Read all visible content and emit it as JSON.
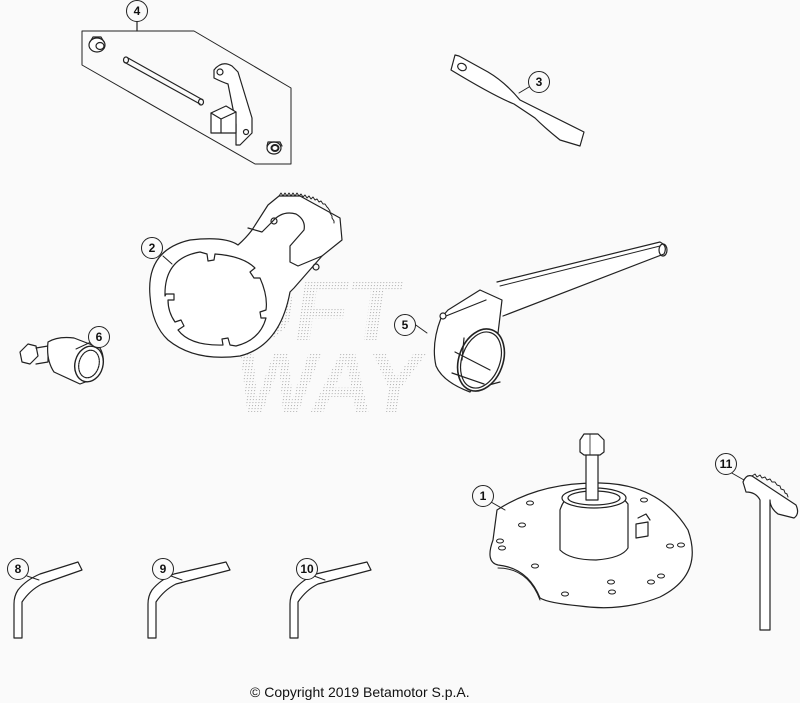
{
  "diagram": {
    "background": "#fafafa",
    "line_color": "#222222",
    "watermark_text": [
      "SOFT",
      "WAY"
    ],
    "parts": [
      {
        "ref": "1",
        "name": "flywheel-holder-plate"
      },
      {
        "ref": "2",
        "name": "toothed-ring-wrench"
      },
      {
        "ref": "3",
        "name": "flat-lever"
      },
      {
        "ref": "4",
        "name": "bracket-kit"
      },
      {
        "ref": "5",
        "name": "socket-wrench-with-handle"
      },
      {
        "ref": "6",
        "name": "threaded-puller"
      },
      {
        "ref": "8",
        "name": "hex-key-8"
      },
      {
        "ref": "9",
        "name": "hex-key-9"
      },
      {
        "ref": "10",
        "name": "hex-key-10"
      },
      {
        "ref": "11",
        "name": "toothed-hook-tool"
      }
    ],
    "callouts": {
      "c1": "1",
      "c2": "2",
      "c3": "3",
      "c4": "4",
      "c5": "5",
      "c6": "6",
      "c8": "8",
      "c9": "9",
      "c10": "10",
      "c11": "11"
    },
    "copyright": "© Copyright 2019 Betamotor S.p.A."
  }
}
